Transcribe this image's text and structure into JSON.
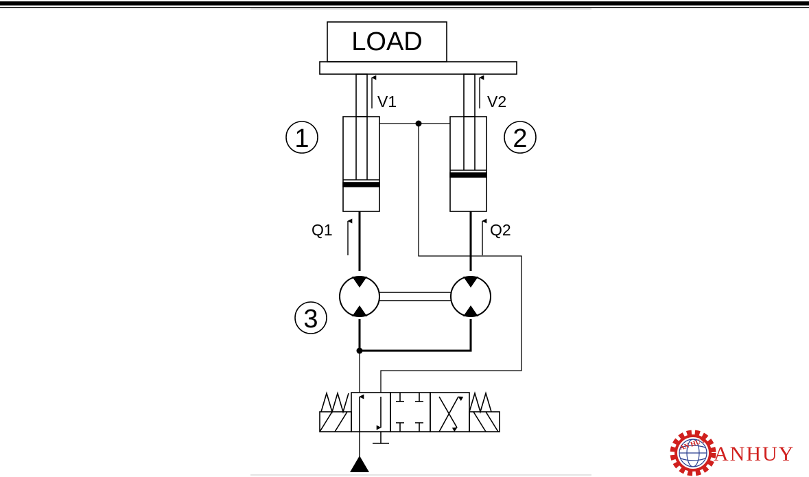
{
  "diagram": {
    "load_label": "LOAD",
    "velocity_labels": {
      "v1": "V1",
      "v2": "V2"
    },
    "flow_labels": {
      "q1": "Q1",
      "q2": "Q2"
    },
    "component_numbers": {
      "cyl1": "1",
      "cyl2": "2",
      "motors": "3"
    }
  },
  "logo": {
    "text": "ANHUY",
    "badge_text": "AN HUY"
  },
  "colors": {
    "line": "#000000",
    "logo_red": "#d0201e",
    "logo_blue": "#2a3f8f"
  }
}
